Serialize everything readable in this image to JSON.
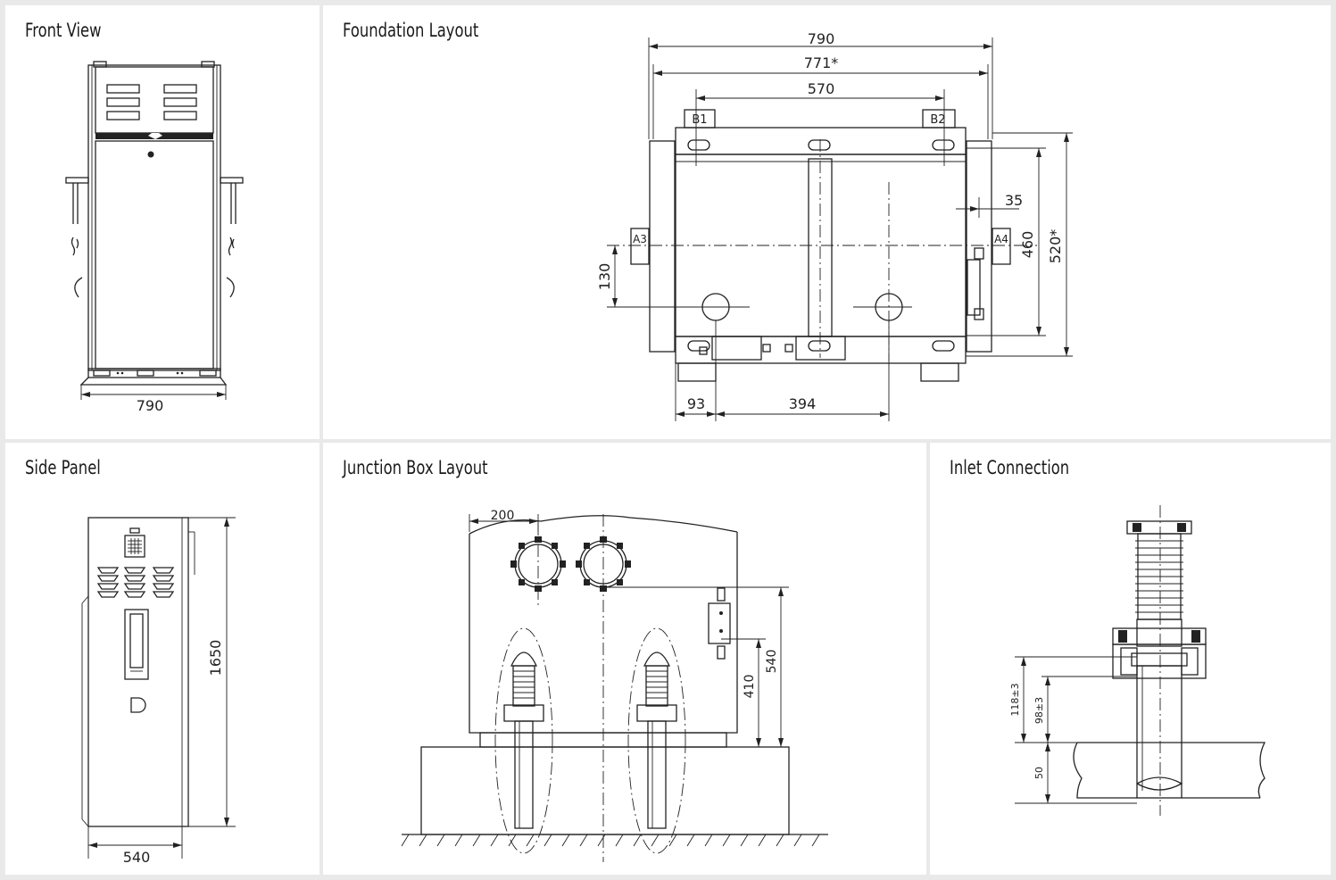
{
  "panels": {
    "front_view": {
      "title": "Front View",
      "dims": {
        "width": "790"
      }
    },
    "foundation_layout": {
      "title": "Foundation Layout",
      "dims": {
        "d790": "790",
        "d771": "771*",
        "d570": "570",
        "d35": "35",
        "d460": "460",
        "d520": "520*",
        "d130": "130",
        "d93": "93",
        "d394": "394"
      },
      "labels": {
        "b1": "B1",
        "b2": "B2",
        "a3": "A3",
        "a4": "A4"
      }
    },
    "side_panel": {
      "title": "Side Panel",
      "dims": {
        "height": "1650",
        "width": "540"
      }
    },
    "junction_box_layout": {
      "title": "Junction Box Layout",
      "dims": {
        "d200": "200",
        "d540": "540",
        "d410": "410"
      }
    },
    "inlet_connection": {
      "title": "Inlet Connection",
      "dims": {
        "d118": "118±3",
        "d98": "98±3",
        "d50": "50"
      }
    }
  }
}
